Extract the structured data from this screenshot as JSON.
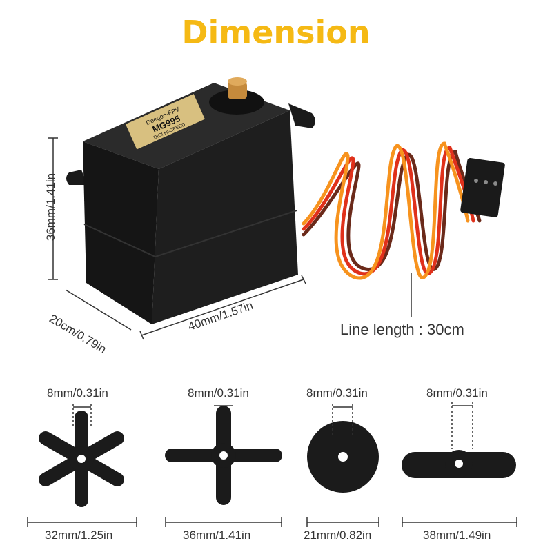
{
  "title": "Dimension",
  "servo": {
    "label_brand": "Deegoo-FPV",
    "label_model": "MG995",
    "label_sub": "DIGI HI-SPEED",
    "height": "36mm/1.41in",
    "depth": "20cm/0.79in",
    "width": "40mm/1.57in",
    "line_length": "Line length : 30cm"
  },
  "horns": [
    {
      "hub": "8mm/0.31in",
      "span": "32mm/1.25in"
    },
    {
      "hub": "8mm/0.31in",
      "span": "36mm/1.41in"
    },
    {
      "hub": "8mm/0.31in",
      "span": "21mm/0.82in"
    },
    {
      "hub": "8mm/0.31in",
      "span": "38mm/1.49in"
    }
  ],
  "colors": {
    "title": "#F5B914",
    "wire_orange": "#F7931E",
    "wire_red": "#E0311B",
    "wire_brown": "#6B2A1A"
  }
}
